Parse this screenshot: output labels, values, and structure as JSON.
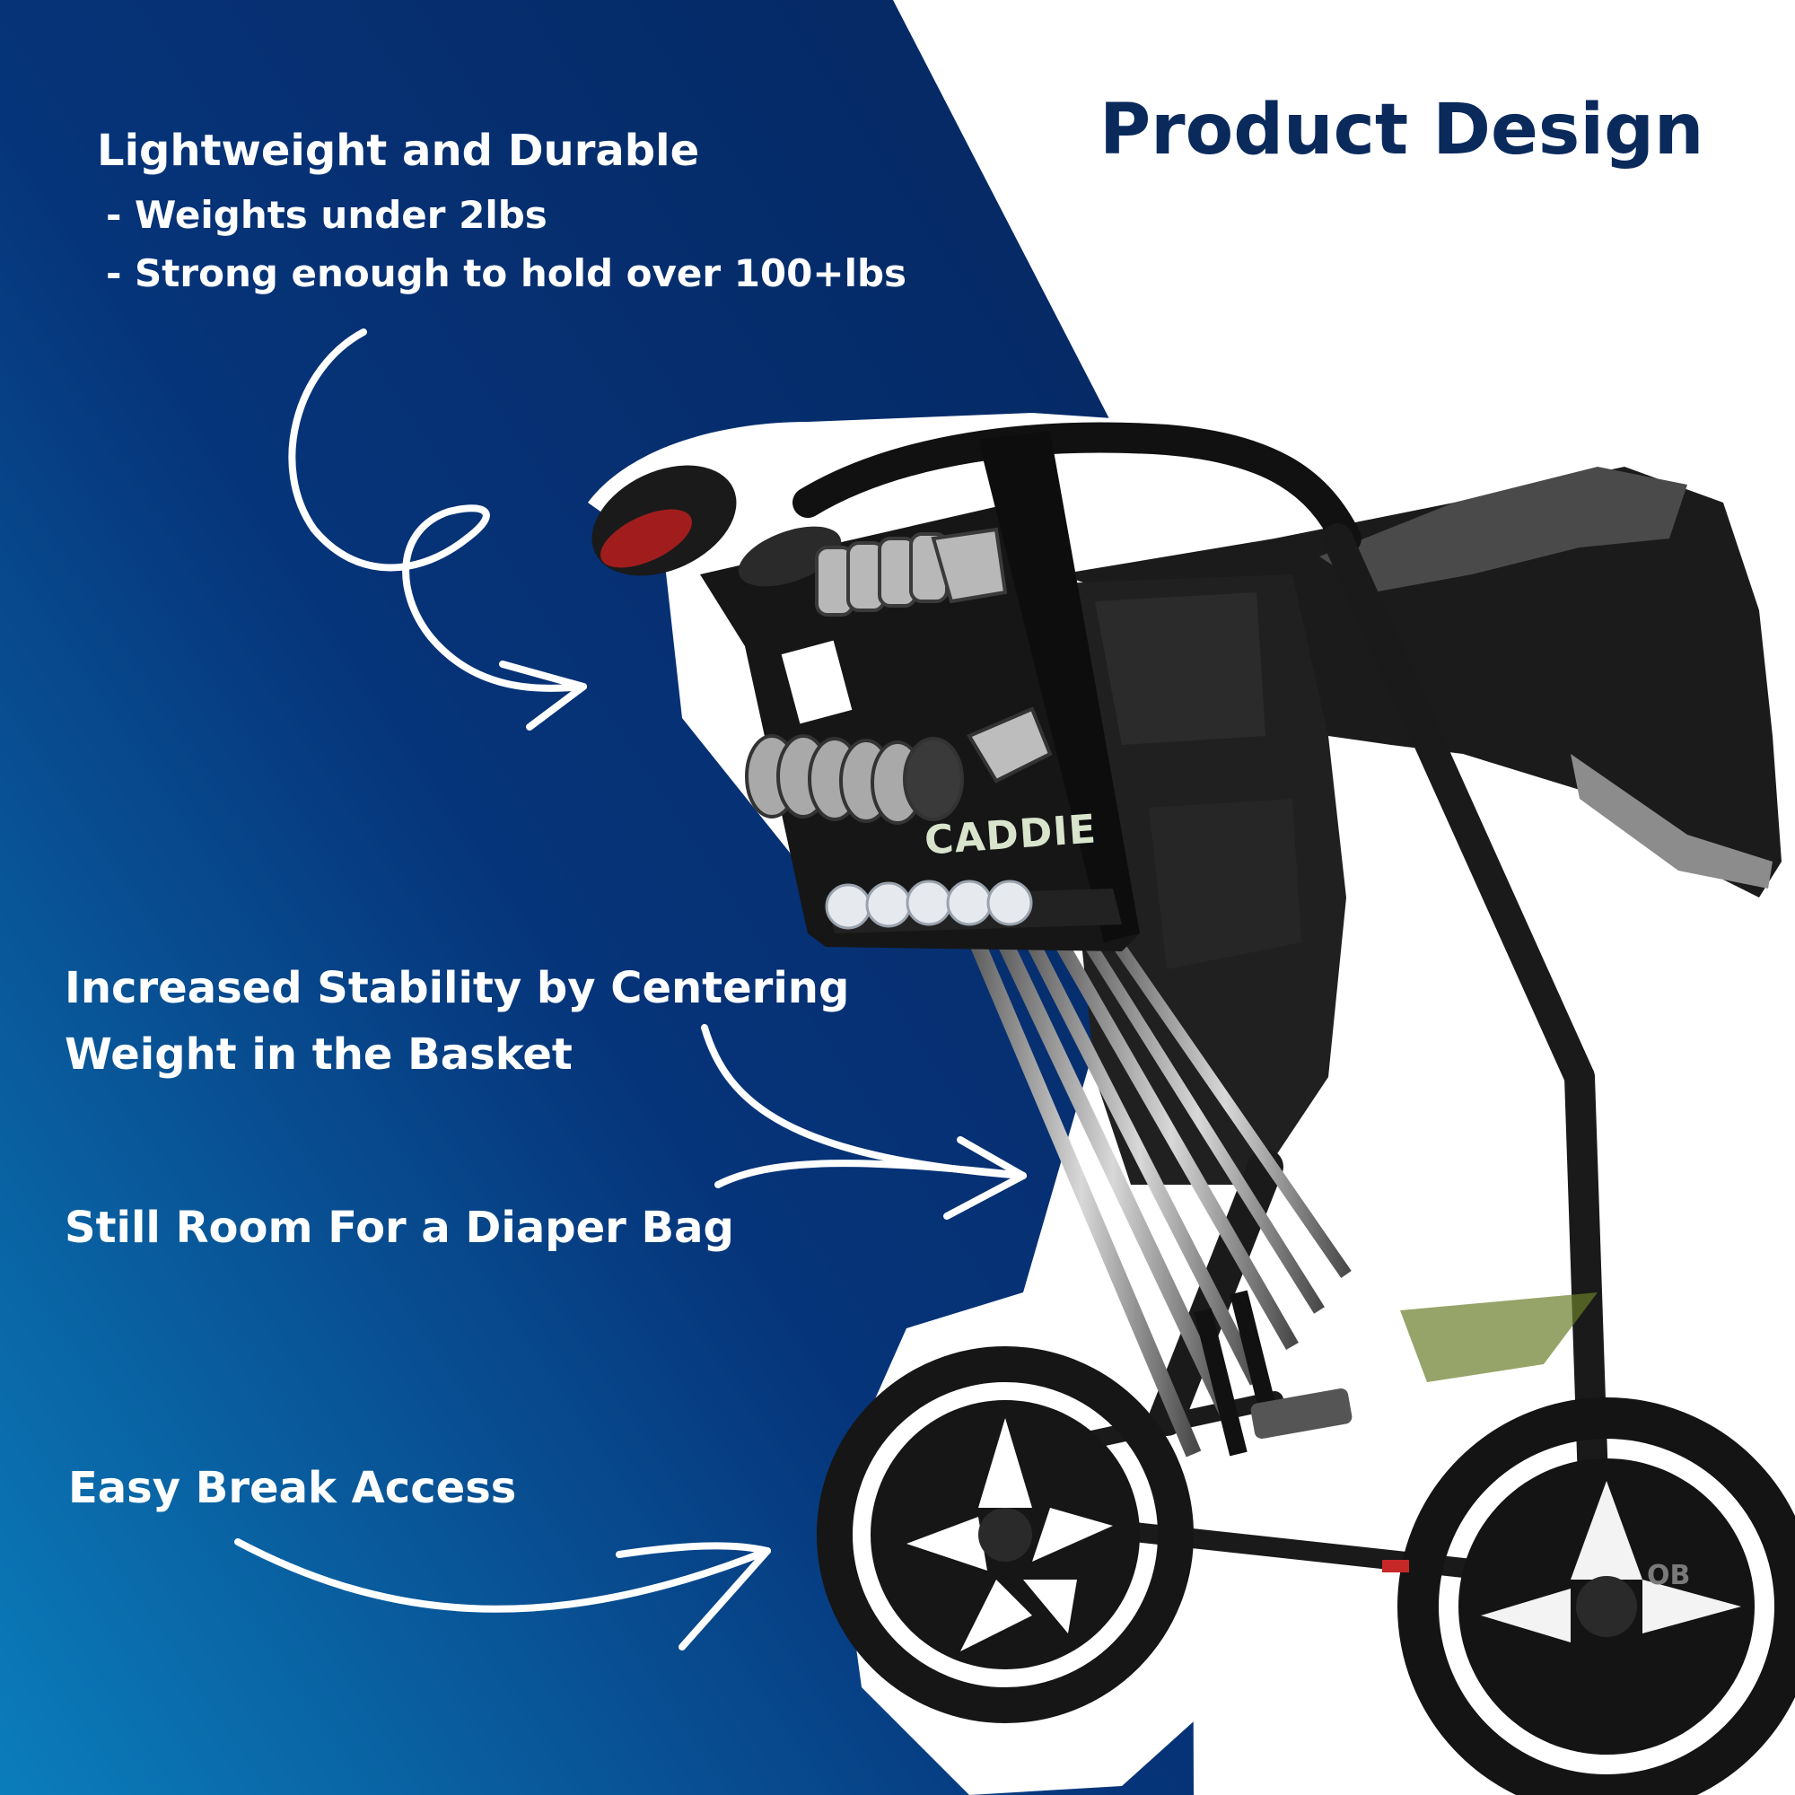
{
  "title": "Product Design",
  "features": {
    "lightweight": {
      "heading": "Lightweight and Durable",
      "bullets": [
        "- Weights under  2lbs",
        "- Strong enough to hold over 100+lbs"
      ]
    },
    "stability": {
      "line1": "Increased Stability by Centering",
      "line2": "Weight in the Basket"
    },
    "diaper": "Still Room For a Diaper Bag",
    "brake": "Easy Break Access"
  },
  "product": {
    "logo_text": "CADDIE",
    "stroller_brand": "OB"
  },
  "colors": {
    "navy": "#0b2a5c",
    "blue_light": "#0b7dbb",
    "white": "#ffffff"
  }
}
